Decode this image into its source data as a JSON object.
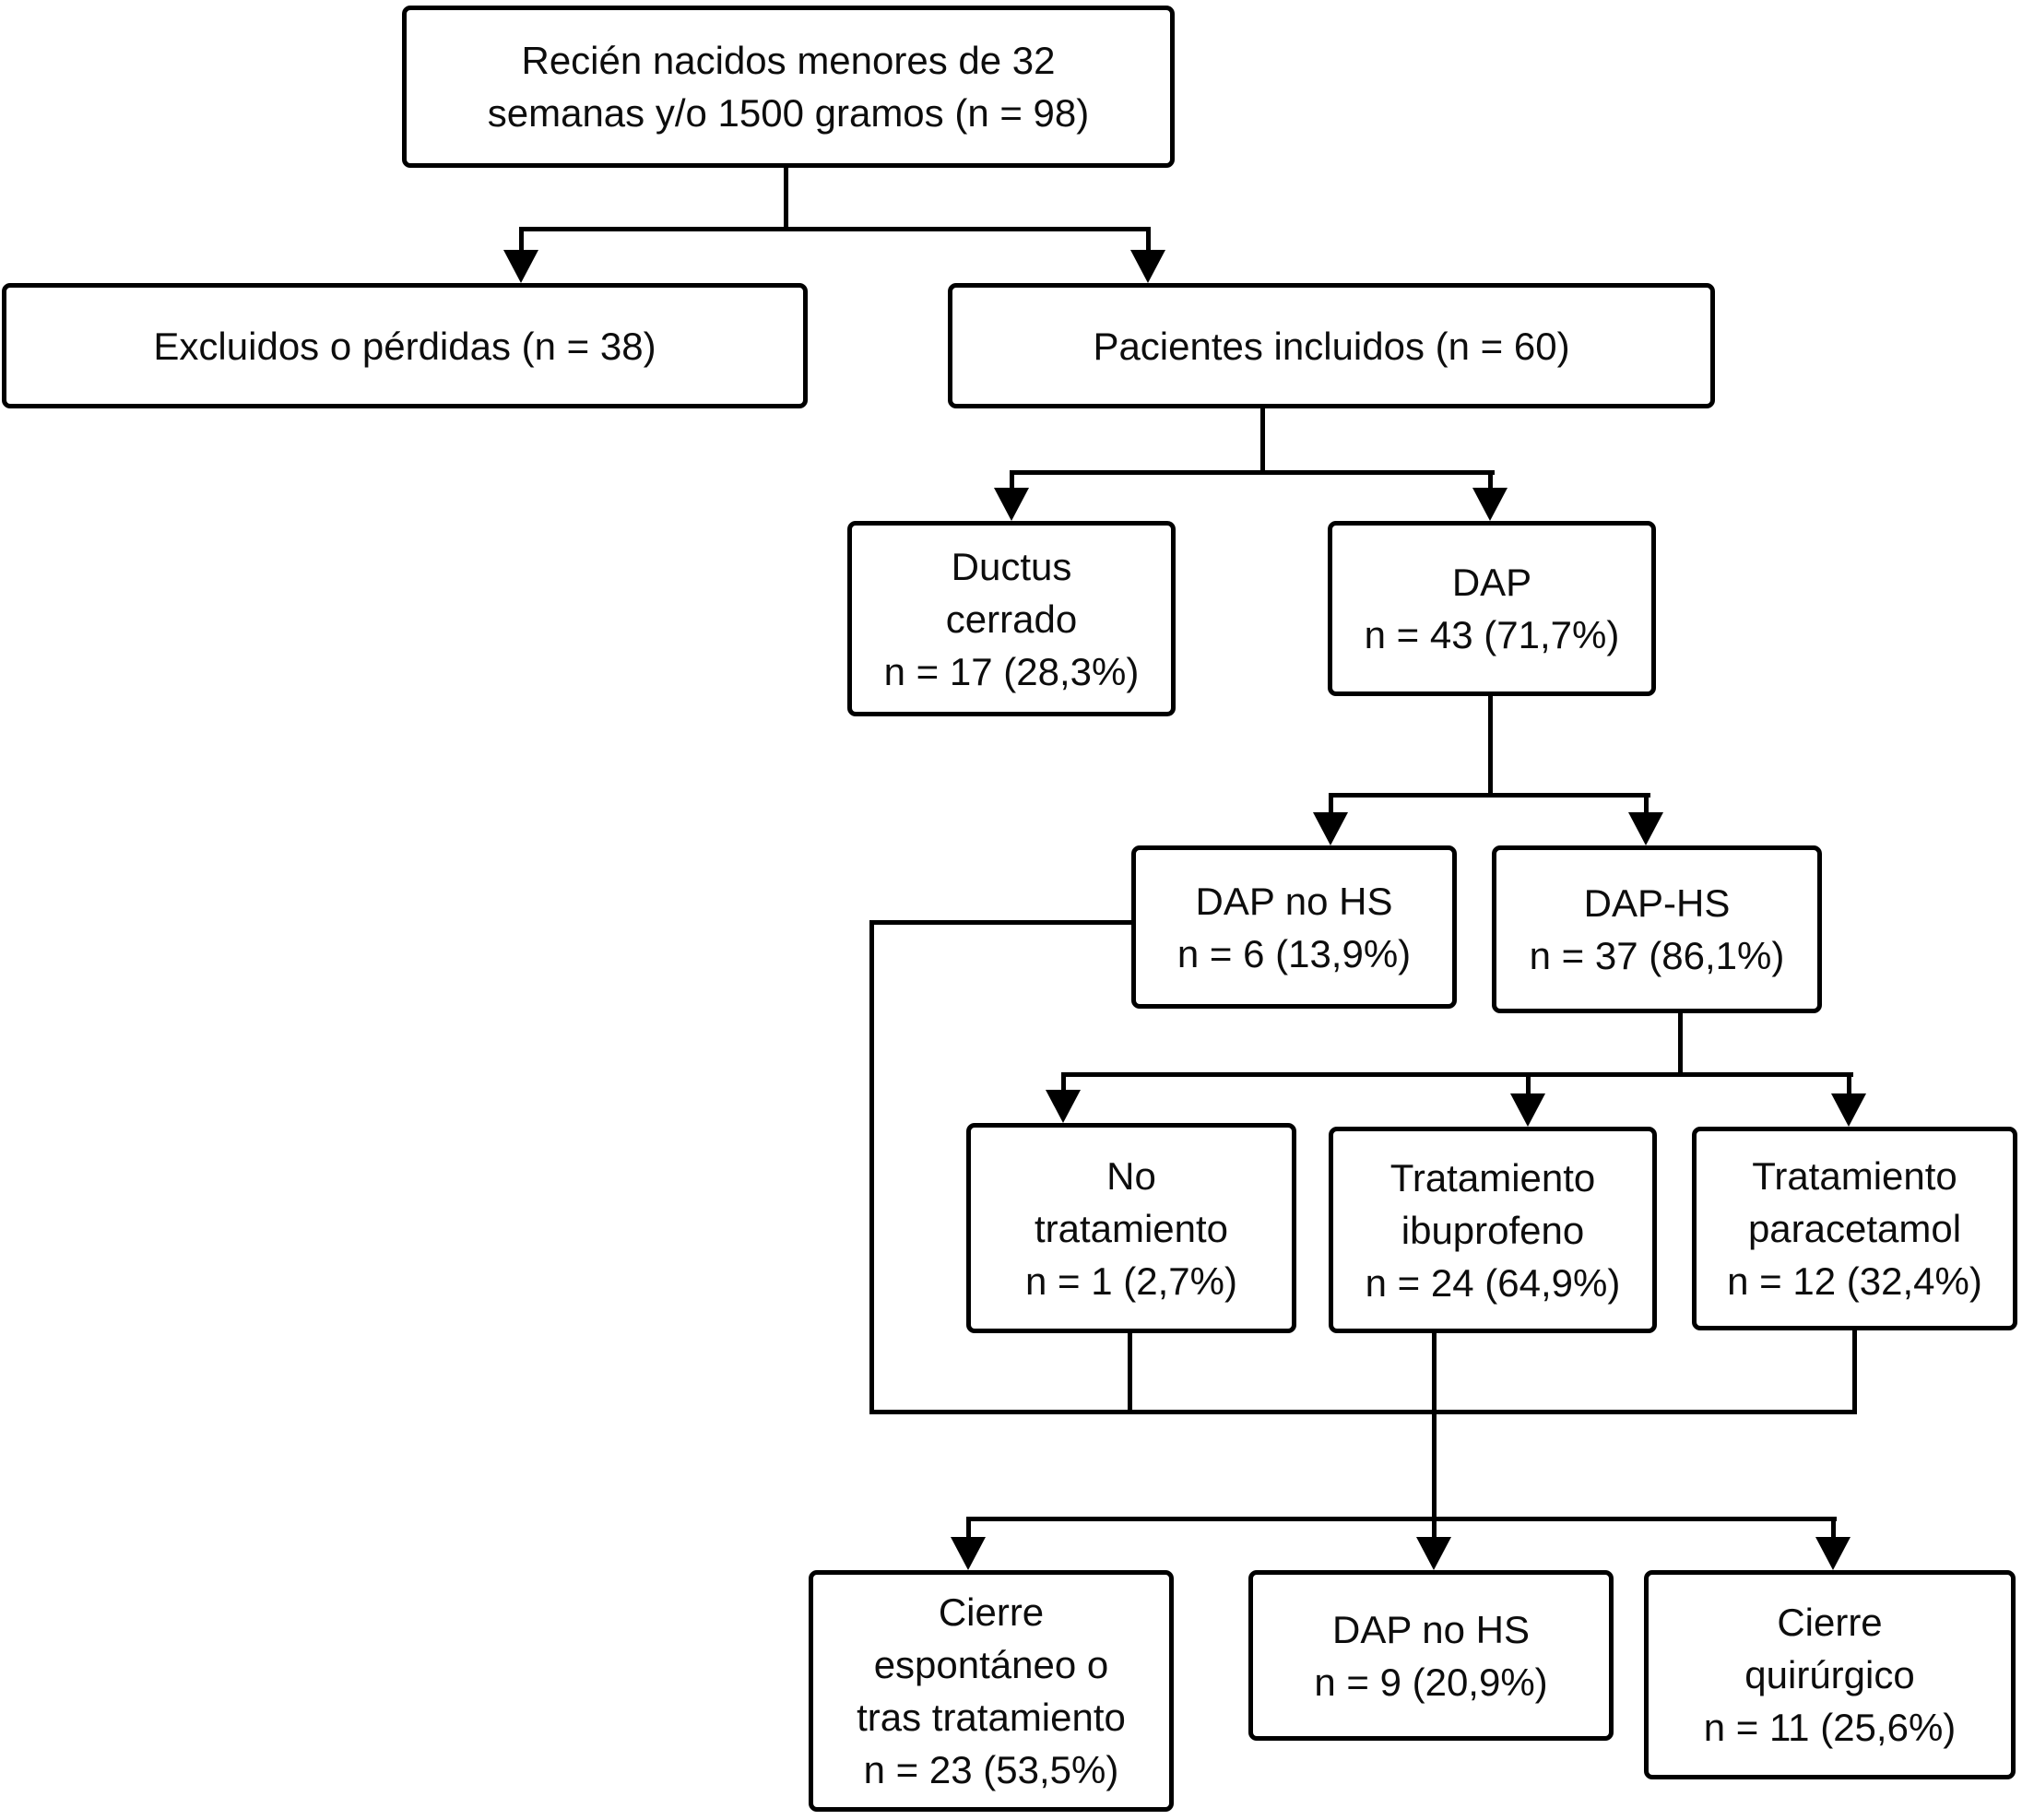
{
  "figure": {
    "type": "flowchart",
    "background": "#ffffff",
    "line_color": "#000000",
    "nodes": {
      "root": {
        "lines": [
          "Recién nacidos menores de 32",
          "semanas y/o 1500 gramos (n = 98)"
        ]
      },
      "excluded": {
        "lines": [
          "Excluidos o pérdidas (n = 38)"
        ]
      },
      "included": {
        "lines": [
          "Pacientes incluidos (n = 60)"
        ]
      },
      "ductus": {
        "lines": [
          "Ductus",
          "cerrado",
          "n = 17 (28,3%)"
        ]
      },
      "dap": {
        "lines": [
          "DAP",
          "n = 43 (71,7%)"
        ]
      },
      "dapNoHs6": {
        "lines": [
          "DAP no HS",
          "n = 6 (13,9%)"
        ]
      },
      "dapHs": {
        "lines": [
          "DAP-HS",
          "n = 37 (86,1%)"
        ]
      },
      "noTrat": {
        "lines": [
          "No",
          "tratamiento",
          "n = 1 (2,7%)"
        ]
      },
      "ibuprofeno": {
        "lines": [
          "Tratamiento",
          "ibuprofeno",
          "n = 24 (64,9%)"
        ]
      },
      "paracetamol": {
        "lines": [
          "Tratamiento",
          "paracetamol",
          "n = 12 (32,4%)"
        ]
      },
      "cierreEsp": {
        "lines": [
          "Cierre",
          "espontáneo o",
          "tras tratamiento",
          "n = 23 (53,5%)"
        ]
      },
      "dapNoHs9": {
        "lines": [
          "DAP no HS",
          "n = 9 (20,9%)"
        ]
      },
      "quirurgico": {
        "lines": [
          "Cierre",
          "quirúrgico",
          "n = 11 (25,6%)"
        ]
      }
    }
  }
}
